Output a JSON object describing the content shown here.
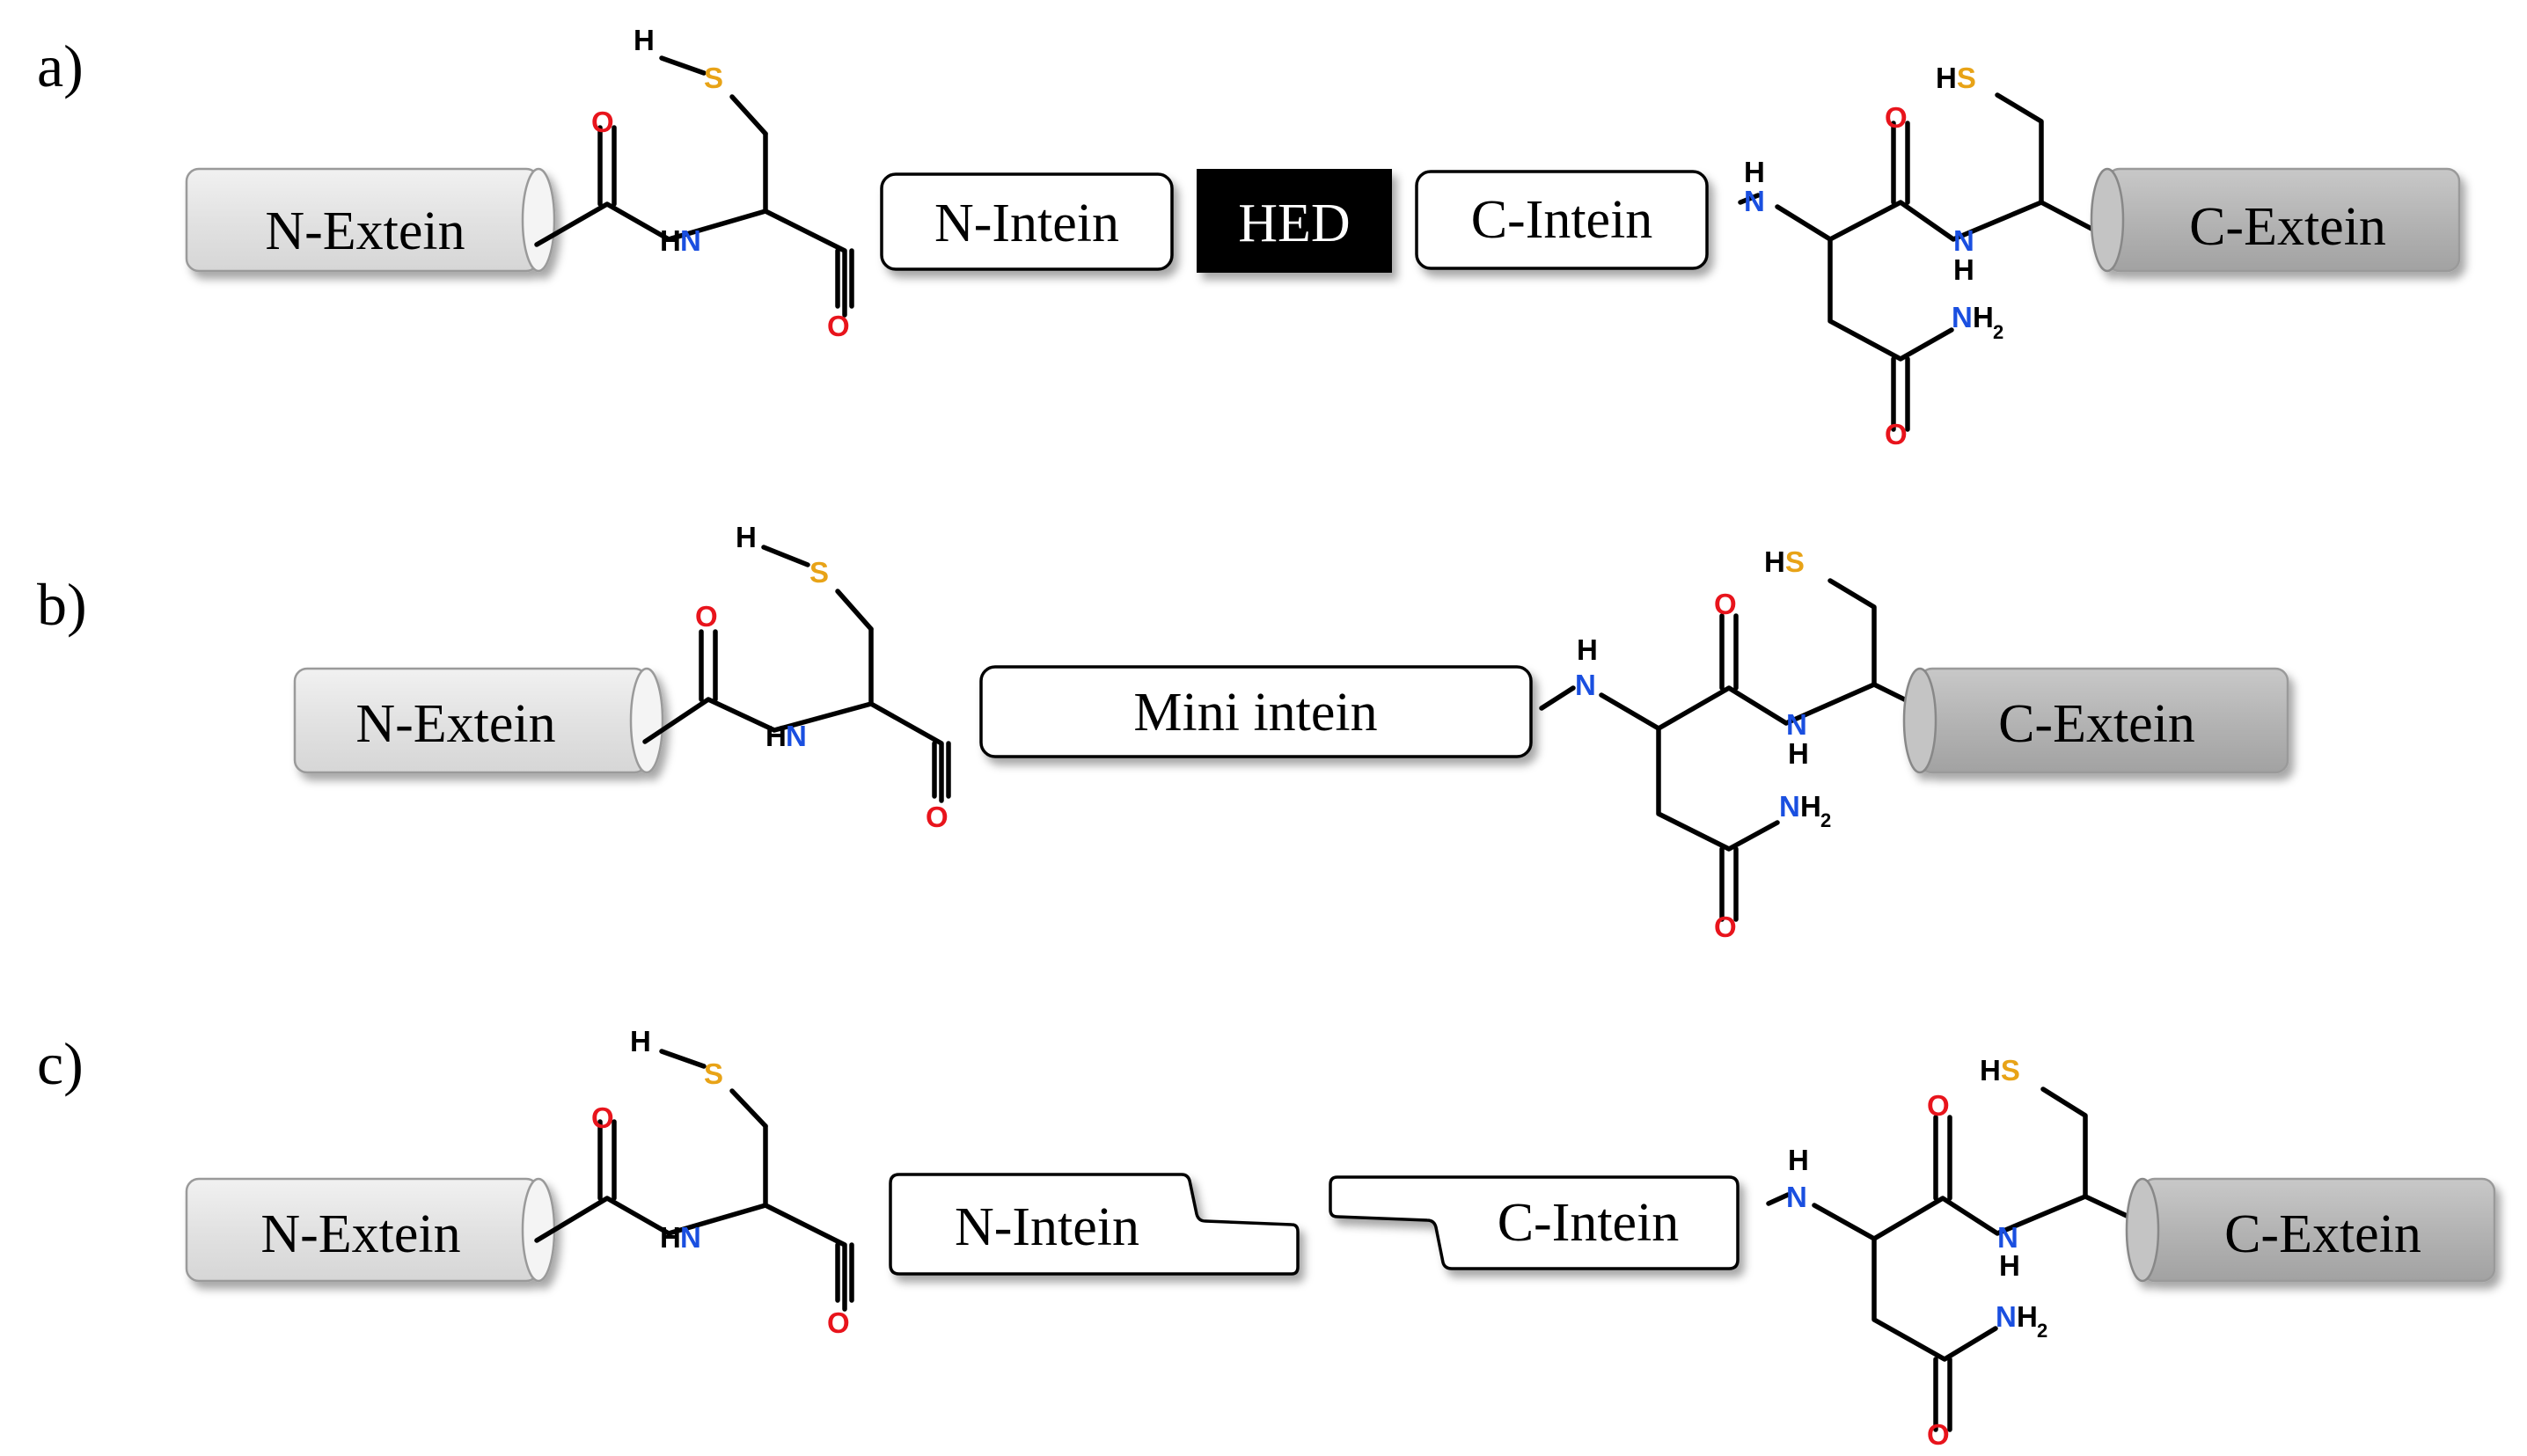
{
  "panels": [
    {
      "id": "a",
      "label": "a)",
      "n_extein": "N-Extein",
      "c_extein": "C-Extein",
      "segments": [
        "N-Intein",
        "HED",
        "C-Intein"
      ]
    },
    {
      "id": "b",
      "label": "b)",
      "n_extein": "N-Extein",
      "c_extein": "C-Extein",
      "segments": [
        "Mini intein"
      ]
    },
    {
      "id": "c",
      "label": "c)",
      "n_extein": "N-Extein",
      "c_extein": "C-Extein",
      "segments": [
        "N-Intein",
        "C-Intein"
      ]
    }
  ],
  "atoms": {
    "hydrogen": "H",
    "sulfur": "S",
    "thiol": "HS",
    "oxygen": "O",
    "nitrogen": "N",
    "amine_h": "H",
    "amide_n": "N",
    "amide_h2": "H",
    "amide_sub": "2"
  },
  "colors": {
    "oxygen": "#e8141c",
    "nitrogen": "#1a4fe0",
    "sulfur": "#e8a317",
    "hed_fill": "#000000",
    "n_extein_fill": "#e4e4e4",
    "c_extein_fill": "#b8b8b8"
  }
}
